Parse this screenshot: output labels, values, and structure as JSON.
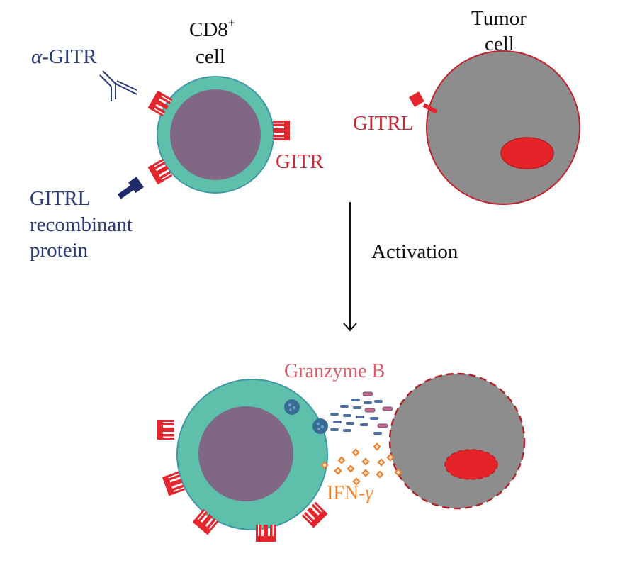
{
  "labels": {
    "cd8_line1": "CD8",
    "cd8_sup": "+",
    "cd8_line2": "cell",
    "tumor_line1": "Tumor",
    "tumor_line2": "cell",
    "alpha_prefix": "α",
    "alpha_rest": "-GITR",
    "gitr": "GITR",
    "gitrl": "GITRL",
    "recombinant_line1": "GITRL",
    "recombinant_line2": "recombinant",
    "recombinant_line3": "protein",
    "activation": "Activation",
    "granzyme": "Granzyme B",
    "ifn_prefix": "IFN-",
    "ifn_gamma": "γ"
  },
  "colors": {
    "receptor_red": "#e4262f",
    "cytoplasm_teal": "#5ec0ab",
    "nucleus_purple": "#806783",
    "tumor_gray": "#8d8d8d",
    "tumor_border": "#c0242c",
    "tumor_nucleus": "#e7232a",
    "antibody_navy": "#2b3a78",
    "granzyme_pink": "#d9606a",
    "ifn_orange": "#e8802e"
  }
}
